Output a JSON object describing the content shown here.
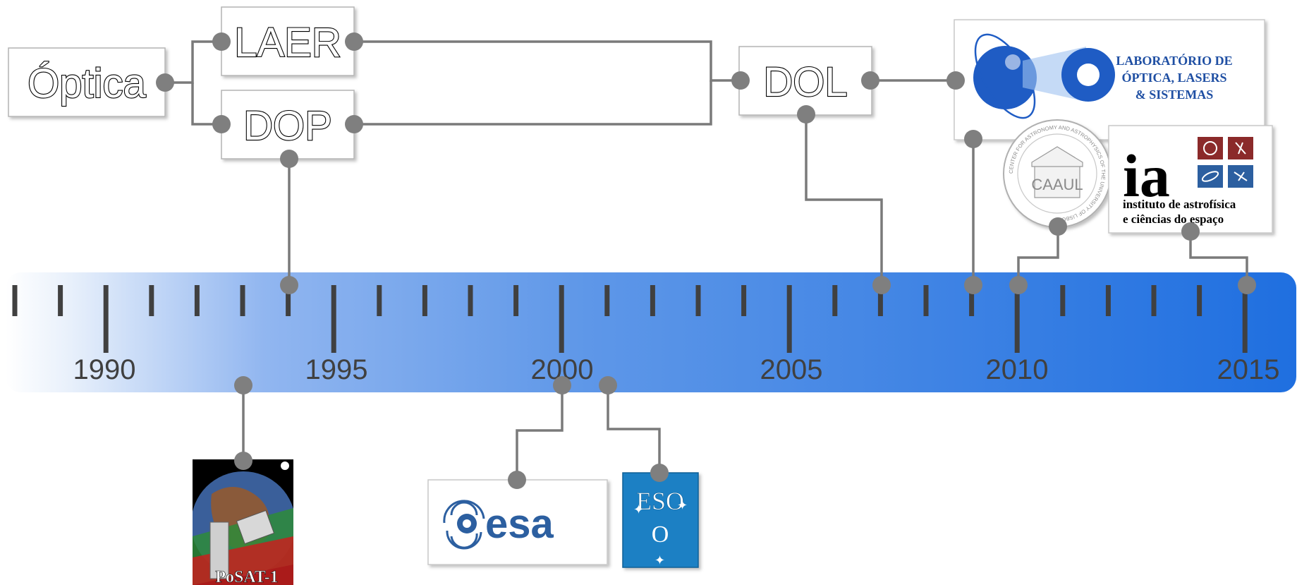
{
  "units": {
    "optica": "Óptica",
    "laer": "LAER",
    "dop": "DOP",
    "dol": "DOL"
  },
  "timeline": {
    "year_labels": [
      "1990",
      "1995",
      "2000",
      "2005",
      "2010",
      "2015"
    ]
  },
  "logos": {
    "lols_line1": "LABORATÓRIO DE",
    "lols_line2": "ÓPTICA, LASERS",
    "lols_line3": "& SISTEMAS",
    "caaul_text": "CAAUL",
    "caaul_ring": "CENTER FOR ASTRONOMY AND ASTROPHYSICS OF THE UNIVERSITY OF LISBON",
    "ia_mark": "ia",
    "ia_line1": "instituto de astrofísica",
    "ia_line2": "e ciências do espaço",
    "esa_text": "esa",
    "eso_text": "ESO",
    "posat_text": "PoSAT-1"
  },
  "colors": {
    "timeline_blue": "#1f6fe0",
    "connector_gray": "#7a7a7a",
    "lols_blue": "#1f4fa3",
    "esa_blue": "#2c5fa0",
    "eso_blue": "#1a80c4",
    "ia_red": "#8b2a2a",
    "ia_blue": "#2c5fa0"
  }
}
